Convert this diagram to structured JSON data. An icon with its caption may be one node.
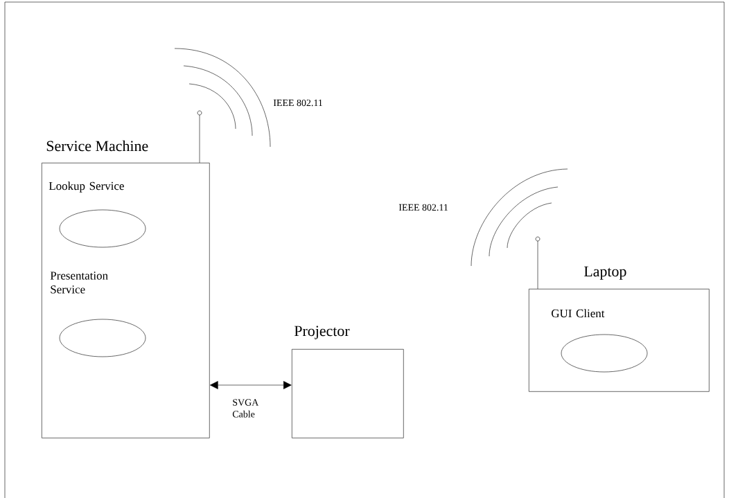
{
  "diagram": {
    "nodes": [
      {
        "text": [
          "Service Machine"
        ]
      },
      {
        "text": [
          "Lookup Service"
        ],
        "in": 0
      },
      {
        "text": [
          "Presentation Service"
        ],
        "in": 0
      },
      {
        "text": [
          "Projector"
        ]
      },
      {
        "text": [
          "Laptop"
        ]
      },
      {
        "text": [
          "GUI Client"
        ],
        "in": 4
      }
    ],
    "edges": [
      {
        "from": 0,
        "to": 3,
        "arrow": "both",
        "label": "SVGA Cable"
      }
    ],
    "labels": [
      "IEEE 802.11",
      "IEEE 802.11"
    ]
  }
}
